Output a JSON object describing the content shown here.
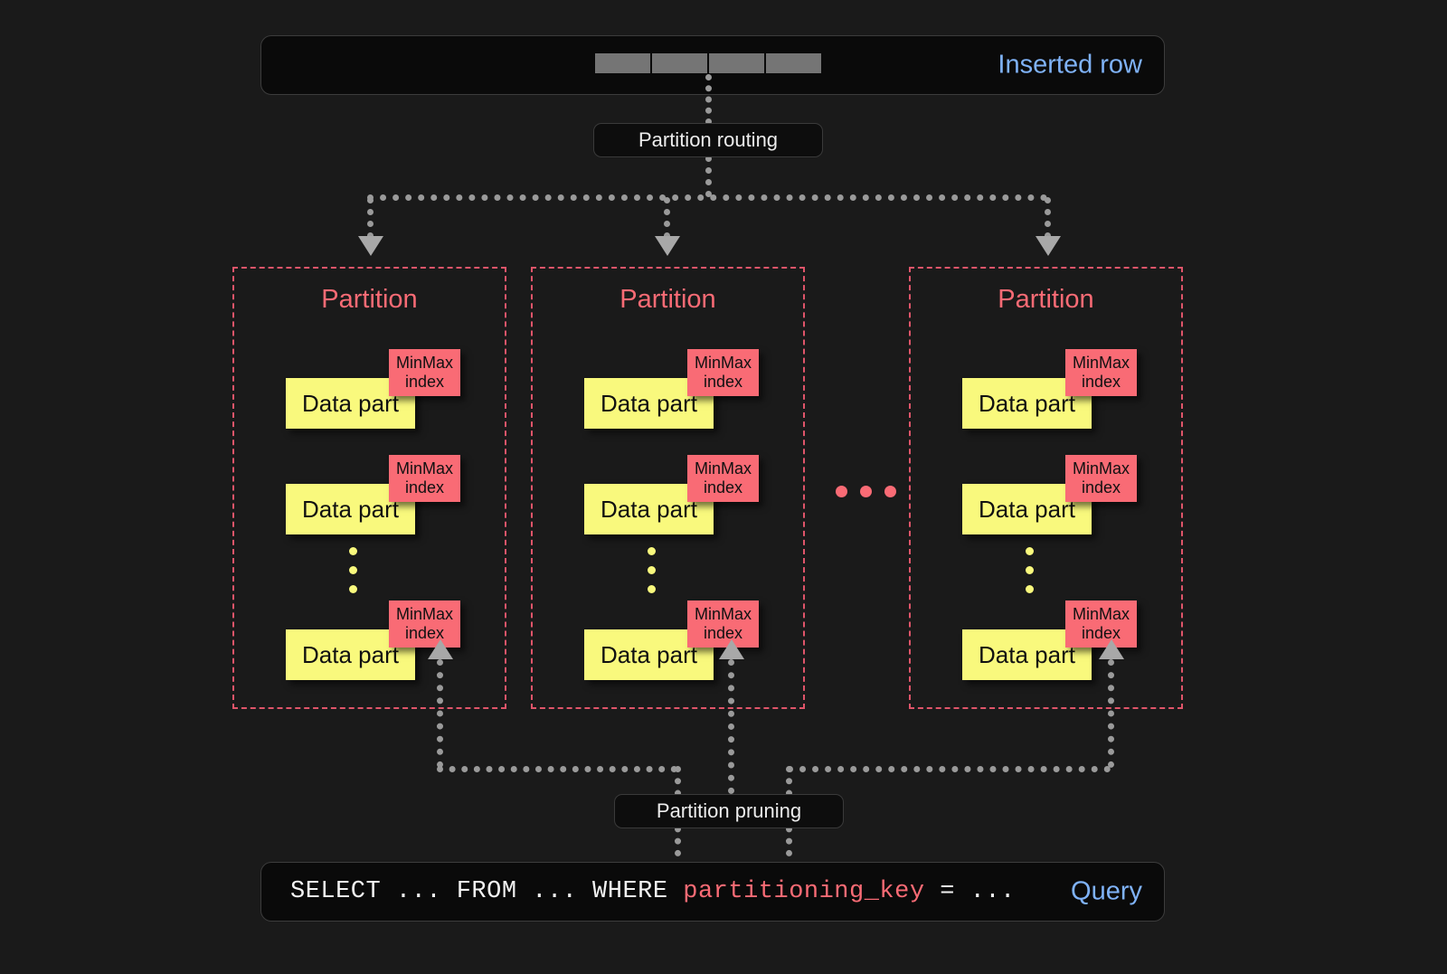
{
  "inserted_row": {
    "label": "Inserted row",
    "cells": [
      "",
      "",
      "",
      ""
    ],
    "label_color": "#7fb2f7"
  },
  "routing": {
    "label": "Partition routing"
  },
  "pruning": {
    "label": "Partition pruning"
  },
  "query": {
    "label": "Query",
    "sql_prefix": "SELECT ... FROM ... WHERE ",
    "sql_key": "partitioning_key",
    "sql_suffix": " = ...",
    "label_color": "#7fb2f7",
    "key_color": "#f96b75"
  },
  "partitions": [
    {
      "title": "Partition",
      "parts": [
        {
          "label": "Data part",
          "index_line1": "MinMax",
          "index_line2": "index"
        },
        {
          "label": "Data part",
          "index_line1": "MinMax",
          "index_line2": "index"
        },
        {
          "label": "Data part",
          "index_line1": "MinMax",
          "index_line2": "index"
        }
      ]
    },
    {
      "title": "Partition",
      "parts": [
        {
          "label": "Data part",
          "index_line1": "MinMax",
          "index_line2": "index"
        },
        {
          "label": "Data part",
          "index_line1": "MinMax",
          "index_line2": "index"
        },
        {
          "label": "Data part",
          "index_line1": "MinMax",
          "index_line2": "index"
        }
      ]
    },
    {
      "title": "Partition",
      "parts": [
        {
          "label": "Data part",
          "index_line1": "MinMax",
          "index_line2": "index"
        },
        {
          "label": "Data part",
          "index_line1": "MinMax",
          "index_line2": "index"
        },
        {
          "label": "Data part",
          "index_line1": "MinMax",
          "index_line2": "index"
        }
      ]
    }
  ],
  "colors": {
    "background": "#1a1a1a",
    "data_part": "#f9f97d",
    "minmax_index": "#f96b75",
    "partition_border": "#e0556a",
    "connector": "#9a9a9a",
    "accent_blue": "#7fb2f7"
  }
}
